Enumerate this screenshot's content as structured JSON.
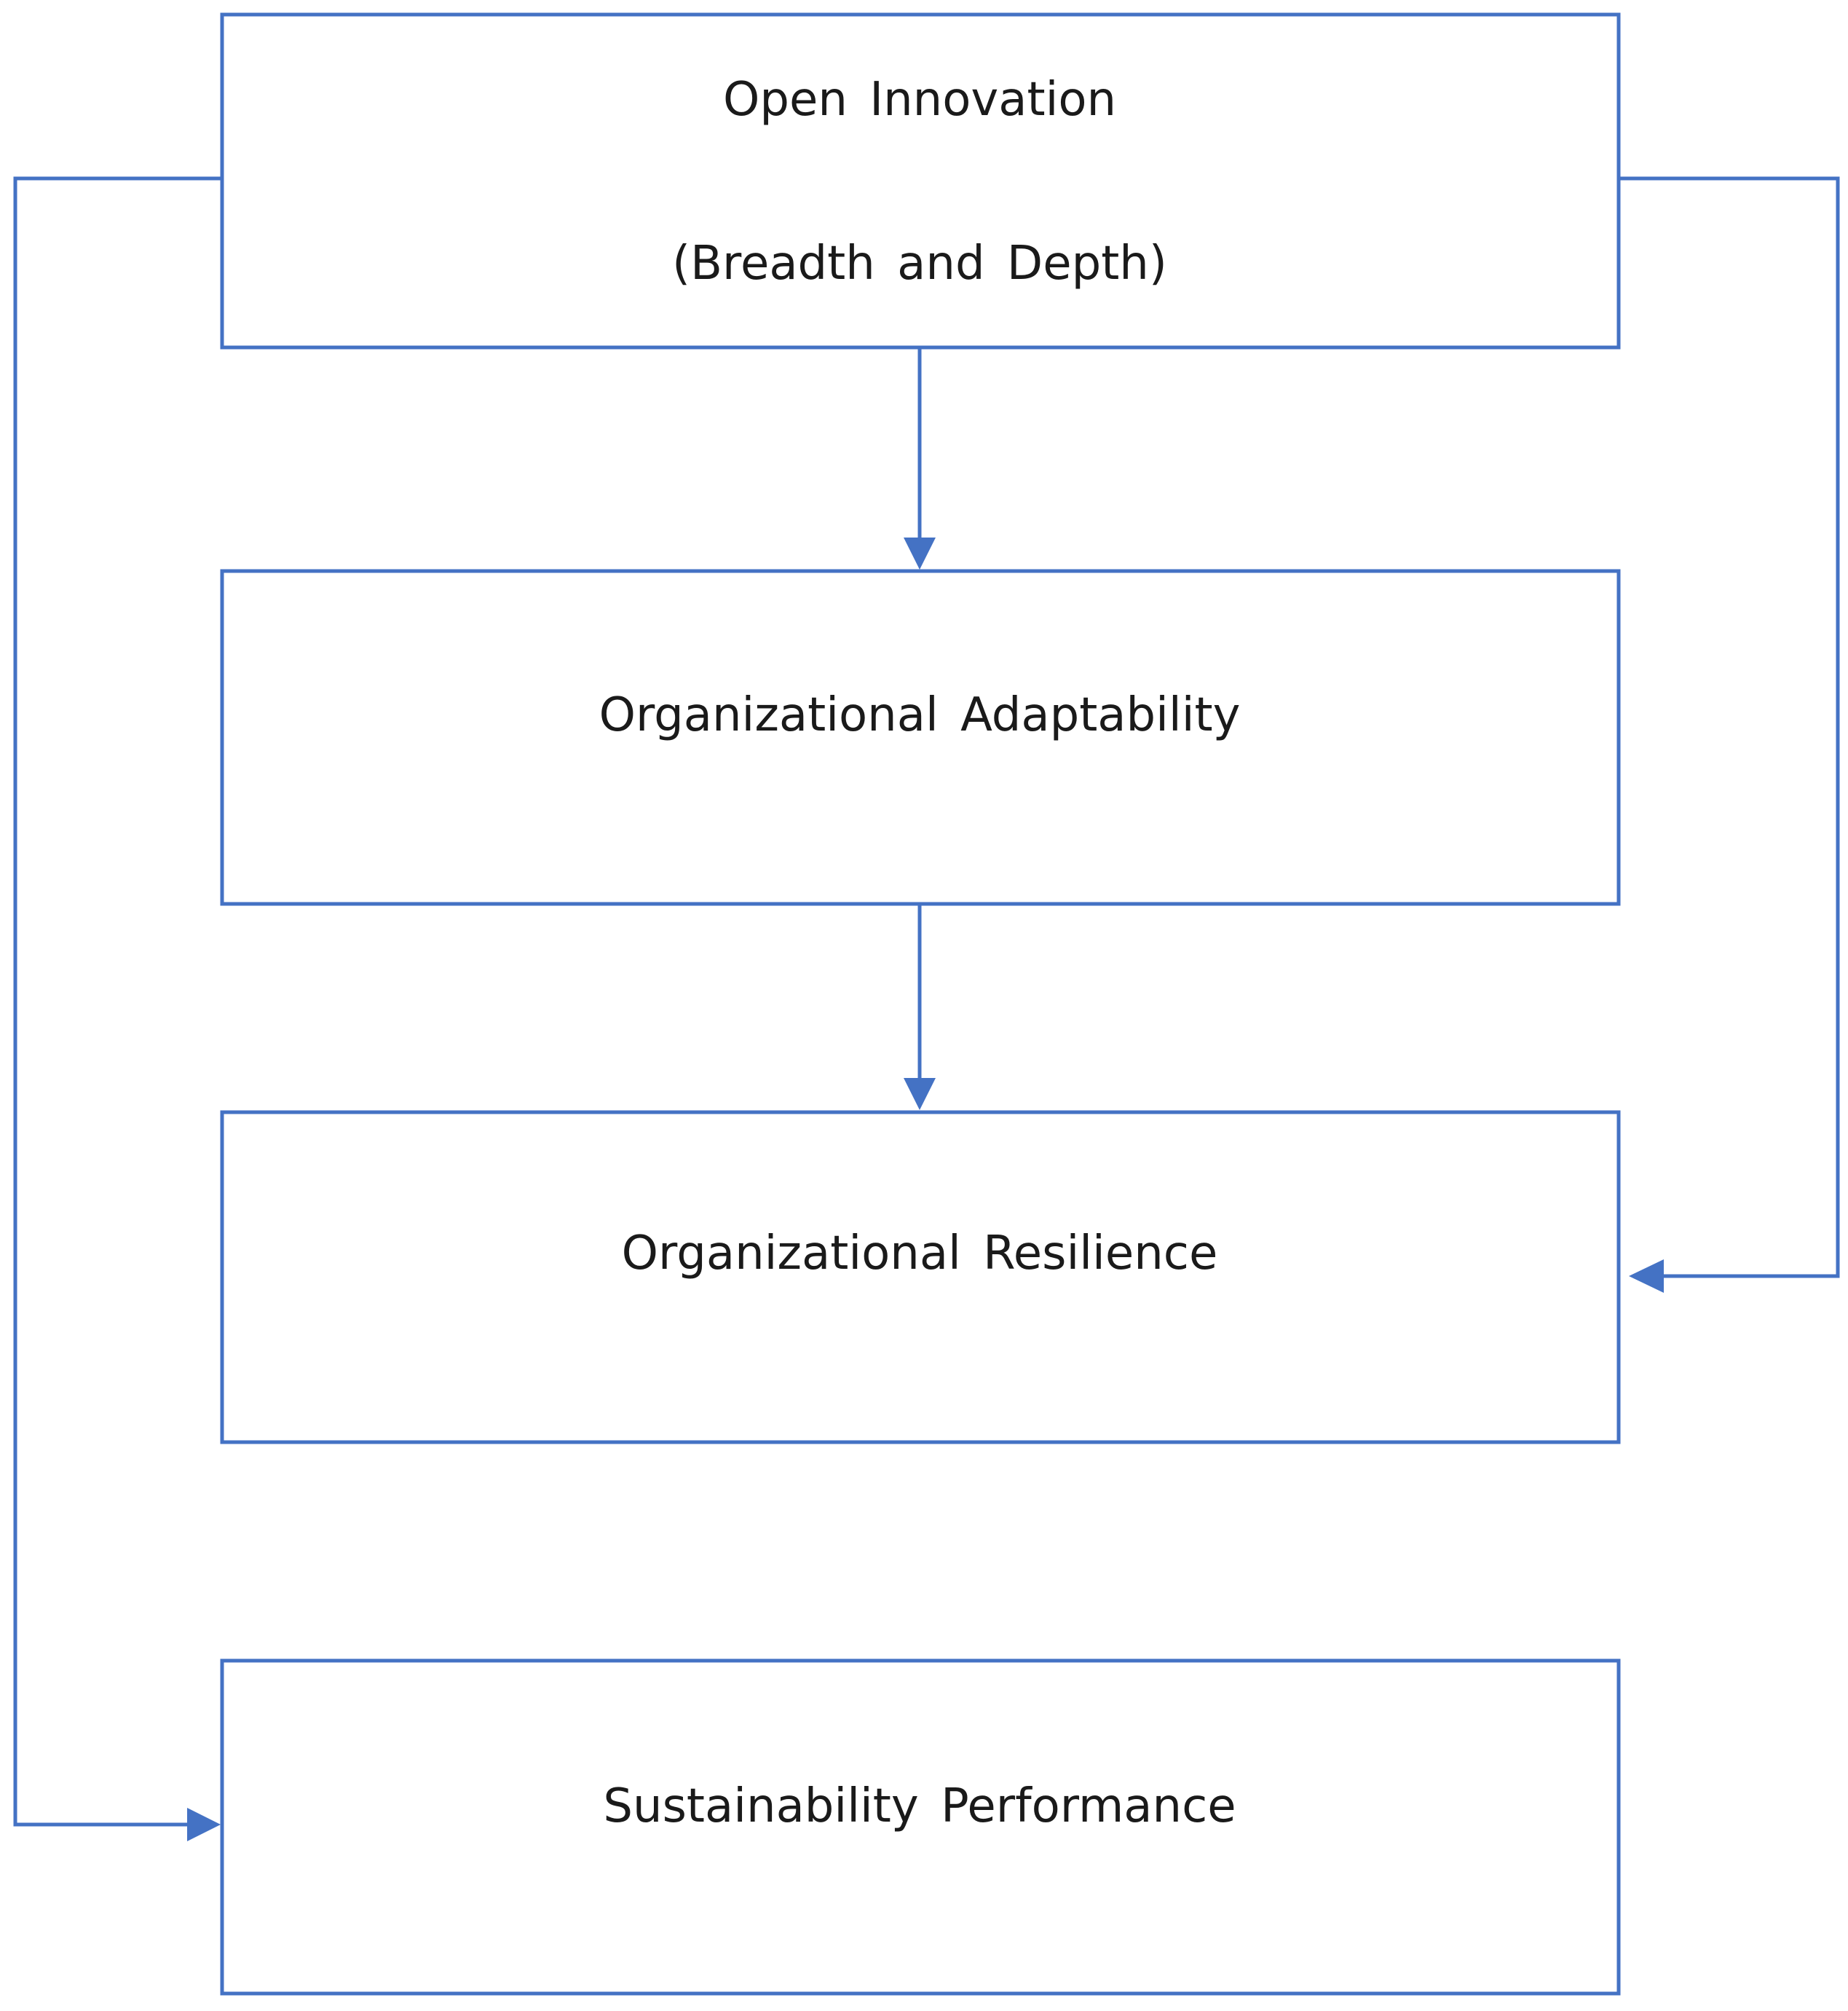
{
  "diagram": {
    "colors": {
      "line": "#4472c4",
      "box_fill": "#ffffff",
      "text": "#1a1a1a"
    },
    "nodes": {
      "open_innovation": {
        "line1": "Open Innovation",
        "line2": "(Breadth and Depth)"
      },
      "adaptability": {
        "label": "Organizational Adaptability"
      },
      "resilience": {
        "label": "Organizational Resilience"
      },
      "sustainability": {
        "label": "Sustainability Performance"
      }
    },
    "edges": [
      {
        "from": "Open Innovation",
        "to": "Organizational Adaptability"
      },
      {
        "from": "Organizational Adaptability",
        "to": "Organizational Resilience"
      },
      {
        "from": "Open Innovation",
        "to": "Organizational Resilience"
      },
      {
        "from": "Open Innovation",
        "to": "Sustainability Performance"
      }
    ]
  }
}
